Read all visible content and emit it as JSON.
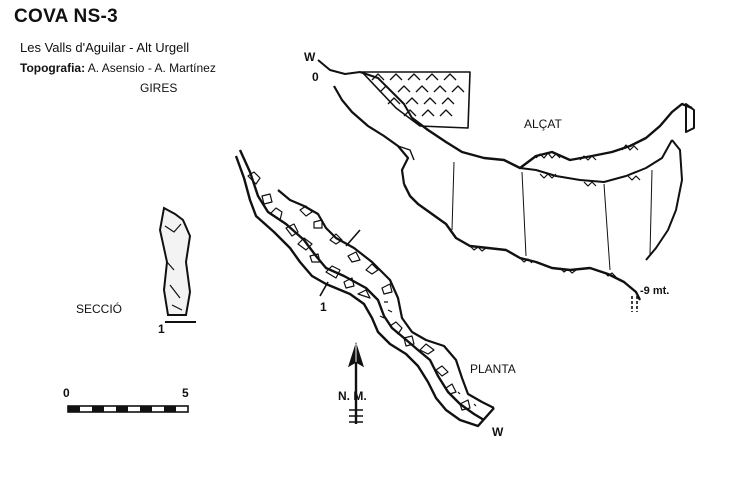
{
  "title": "COVA NS-3",
  "location": "Les Valls d'Aguilar - Alt Urgell",
  "topography": {
    "label": "Topografia:",
    "authors": "A. Asensio - A. Martínez"
  },
  "group": "GIRES",
  "views": {
    "section": "SECCIÓ",
    "elevation": "ALÇAT",
    "plan": "PLANTA"
  },
  "markers": {
    "west_top": "W",
    "zero": "0",
    "depth": "-9 mt.",
    "section_number_section": "1",
    "section_number_plan": "1",
    "west_bottom": "W",
    "north": "N. M."
  },
  "scale_bar": {
    "min": "0",
    "max": "5",
    "segments": 10
  }
}
